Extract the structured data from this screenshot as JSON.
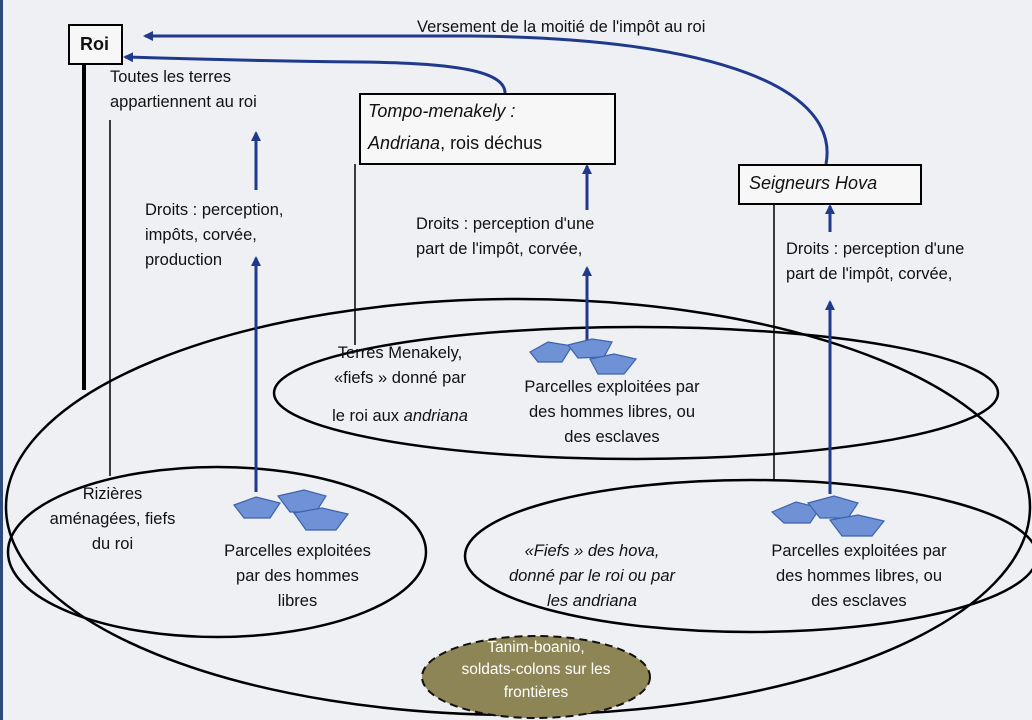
{
  "nodes": {
    "roi": "Roi",
    "tompo": {
      "line1": "Tompo-menakely :",
      "line2_italic": "Andriana",
      "line2_rest": ", rois déchus"
    },
    "seigneurs": "Seigneurs Hova"
  },
  "labels": {
    "versement": "Versement de la moitié de l'impôt au roi",
    "terres_roi": "Toutes les terres\nappartiennent au roi",
    "droits_roi": "Droits : perception,\nimpôts, corvée,\nproduction",
    "droits_tompo": "Droits : perception d'une\npart de l'impôt, corvée,",
    "droits_hova": "Droits : perception d'une\npart de l'impôt, corvée,",
    "terres_menakely": "Terres Menakely,\n«fiefs » donné par",
    "terres_menakely_3a": "le roi aux ",
    "terres_menakely_3b": "andriana",
    "parcelles_menakely": "Parcelles exploitées par\ndes hommes libres,  ou\ndes esclaves",
    "rizieres": "Rizières\naménagées, fiefs\ndu roi",
    "parcelles_roi": "Parcelles exploitées\npar des hommes\nlibres",
    "fiefs_hova": "«Fiefs » des hova,\ndonné par le roi ou par\nles andriana",
    "parcelles_hova": "Parcelles exploitées par\ndes hommes libres,  ou\ndes esclaves",
    "tanim": "Tanim-boanio,\nsoldats-colons sur les\nfrontières"
  },
  "colors": {
    "arrow": "#1f3a8c",
    "line": "#000000",
    "parcel_fill": "#6f92d6",
    "parcel_stroke": "#3e62ad",
    "tanim_fill": "#8e8556",
    "background": "#eef0f4"
  }
}
